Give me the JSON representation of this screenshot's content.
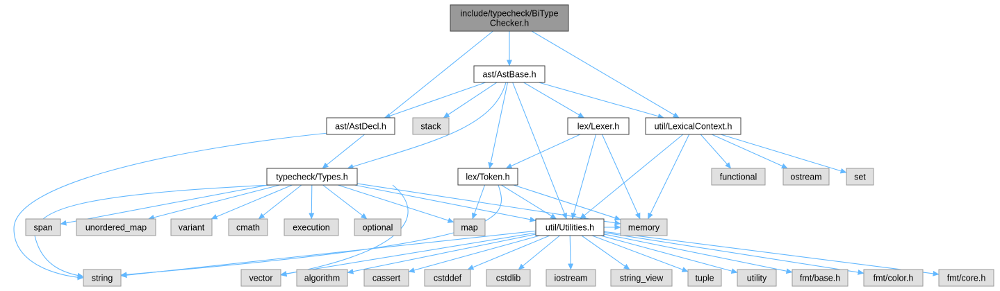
{
  "colors": {
    "edge": "#63b8ff",
    "root_fill": "#999999",
    "project_fill": "#ffffff",
    "system_fill": "#e0e0e0",
    "system_stroke": "#999999",
    "project_stroke": "#404040"
  },
  "nodes": [
    {
      "id": "bitype",
      "kind": "root",
      "lines": [
        "include/typecheck/BiType",
        "Checker.h"
      ]
    },
    {
      "id": "astbase",
      "kind": "project",
      "lines": [
        "ast/AstBase.h"
      ]
    },
    {
      "id": "astdecl",
      "kind": "project",
      "lines": [
        "ast/AstDecl.h"
      ]
    },
    {
      "id": "stack",
      "kind": "system",
      "lines": [
        "stack"
      ]
    },
    {
      "id": "lexer",
      "kind": "project",
      "lines": [
        "lex/Lexer.h"
      ]
    },
    {
      "id": "lexctx",
      "kind": "project",
      "lines": [
        "util/LexicalContext.h"
      ]
    },
    {
      "id": "types",
      "kind": "project",
      "lines": [
        "typecheck/Types.h"
      ]
    },
    {
      "id": "token",
      "kind": "project",
      "lines": [
        "lex/Token.h"
      ]
    },
    {
      "id": "functional",
      "kind": "system",
      "lines": [
        "functional"
      ]
    },
    {
      "id": "ostream",
      "kind": "system",
      "lines": [
        "ostream"
      ]
    },
    {
      "id": "set",
      "kind": "system",
      "lines": [
        "set"
      ]
    },
    {
      "id": "span",
      "kind": "system",
      "lines": [
        "span"
      ]
    },
    {
      "id": "unordered_map",
      "kind": "system",
      "lines": [
        "unordered_map"
      ]
    },
    {
      "id": "variant",
      "kind": "system",
      "lines": [
        "variant"
      ]
    },
    {
      "id": "cmath",
      "kind": "system",
      "lines": [
        "cmath"
      ]
    },
    {
      "id": "execution",
      "kind": "system",
      "lines": [
        "execution"
      ]
    },
    {
      "id": "optional",
      "kind": "system",
      "lines": [
        "optional"
      ]
    },
    {
      "id": "map",
      "kind": "system",
      "lines": [
        "map"
      ]
    },
    {
      "id": "utilities",
      "kind": "project",
      "lines": [
        "util/Utilities.h"
      ]
    },
    {
      "id": "memory",
      "kind": "system",
      "lines": [
        "memory"
      ]
    },
    {
      "id": "string",
      "kind": "system",
      "lines": [
        "string"
      ]
    },
    {
      "id": "vector",
      "kind": "system",
      "lines": [
        "vector"
      ]
    },
    {
      "id": "algorithm",
      "kind": "system",
      "lines": [
        "algorithm"
      ]
    },
    {
      "id": "cassert",
      "kind": "system",
      "lines": [
        "cassert"
      ]
    },
    {
      "id": "cstddef",
      "kind": "system",
      "lines": [
        "cstddef"
      ]
    },
    {
      "id": "cstdlib",
      "kind": "system",
      "lines": [
        "cstdlib"
      ]
    },
    {
      "id": "iostream",
      "kind": "system",
      "lines": [
        "iostream"
      ]
    },
    {
      "id": "string_view",
      "kind": "system",
      "lines": [
        "string_view"
      ]
    },
    {
      "id": "tuple",
      "kind": "system",
      "lines": [
        "tuple"
      ]
    },
    {
      "id": "utility",
      "kind": "system",
      "lines": [
        "utility"
      ]
    },
    {
      "id": "fmt_base",
      "kind": "system",
      "lines": [
        "fmt/base.h"
      ]
    },
    {
      "id": "fmt_color",
      "kind": "system",
      "lines": [
        "fmt/color.h"
      ]
    },
    {
      "id": "fmt_core",
      "kind": "system",
      "lines": [
        "fmt/core.h"
      ]
    }
  ],
  "edges": [
    [
      "bitype",
      "astbase"
    ],
    [
      "bitype",
      "types"
    ],
    [
      "bitype",
      "lexctx"
    ],
    [
      "astbase",
      "astdecl"
    ],
    [
      "astbase",
      "stack"
    ],
    [
      "astbase",
      "lexer"
    ],
    [
      "astbase",
      "lexctx"
    ],
    [
      "astbase",
      "types"
    ],
    [
      "astbase",
      "token"
    ],
    [
      "astbase",
      "utilities"
    ],
    [
      "astdecl",
      "string"
    ],
    [
      "lexer",
      "token"
    ],
    [
      "lexer",
      "utilities"
    ],
    [
      "lexer",
      "memory"
    ],
    [
      "lexctx",
      "functional"
    ],
    [
      "lexctx",
      "ostream"
    ],
    [
      "lexctx",
      "set"
    ],
    [
      "lexctx",
      "memory"
    ],
    [
      "lexctx",
      "utilities"
    ],
    [
      "types",
      "span"
    ],
    [
      "types",
      "unordered_map"
    ],
    [
      "types",
      "variant"
    ],
    [
      "types",
      "cmath"
    ],
    [
      "types",
      "execution"
    ],
    [
      "types",
      "optional"
    ],
    [
      "types",
      "map"
    ],
    [
      "types",
      "utilities"
    ],
    [
      "types",
      "memory"
    ],
    [
      "types",
      "string"
    ],
    [
      "types",
      "vector"
    ],
    [
      "token",
      "map"
    ],
    [
      "token",
      "utilities"
    ],
    [
      "token",
      "memory"
    ],
    [
      "token",
      "string"
    ],
    [
      "utilities",
      "memory"
    ],
    [
      "utilities",
      "string"
    ],
    [
      "utilities",
      "vector"
    ],
    [
      "utilities",
      "algorithm"
    ],
    [
      "utilities",
      "cassert"
    ],
    [
      "utilities",
      "cstddef"
    ],
    [
      "utilities",
      "cstdlib"
    ],
    [
      "utilities",
      "iostream"
    ],
    [
      "utilities",
      "string_view"
    ],
    [
      "utilities",
      "tuple"
    ],
    [
      "utilities",
      "utility"
    ],
    [
      "utilities",
      "fmt_base"
    ],
    [
      "utilities",
      "fmt_color"
    ],
    [
      "utilities",
      "fmt_core"
    ]
  ]
}
